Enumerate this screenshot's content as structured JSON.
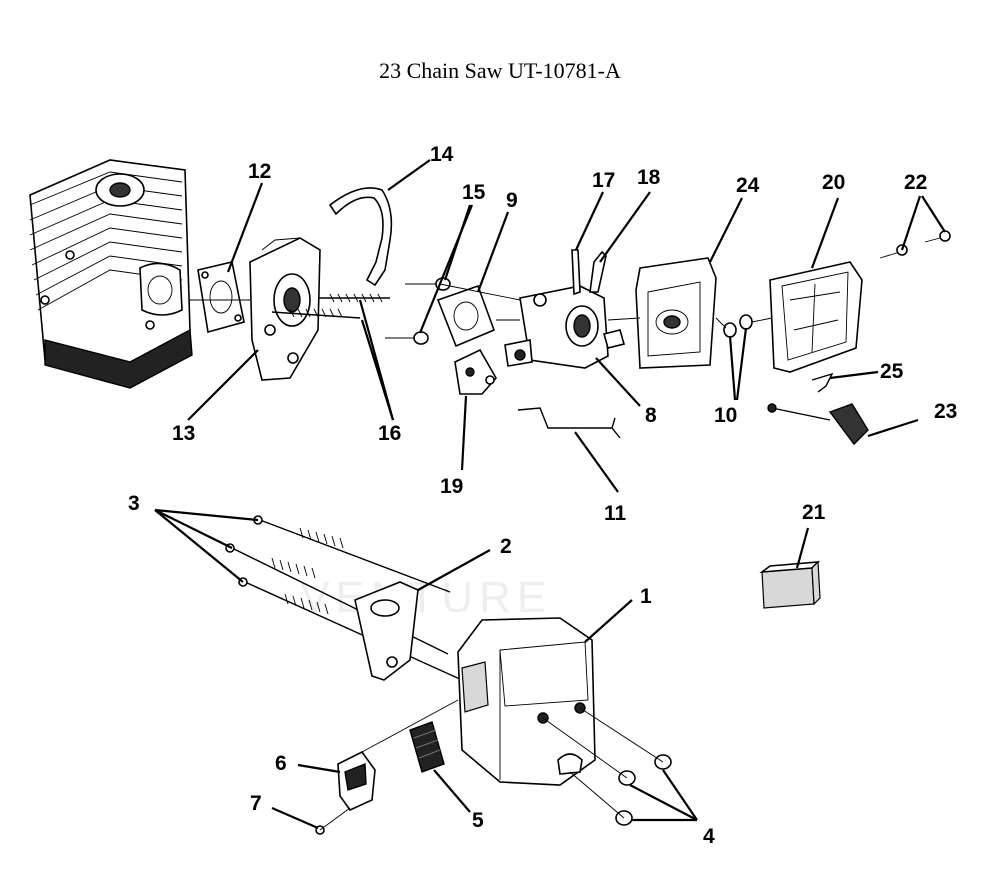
{
  "title": "23 Chain Saw UT-10781-A",
  "watermark": "VENTURE",
  "callouts": {
    "c1": "1",
    "c2": "2",
    "c3": "3",
    "c4": "4",
    "c5": "5",
    "c6": "6",
    "c7": "7",
    "c8": "8",
    "c9": "9",
    "c10": "10",
    "c11": "11",
    "c12": "12",
    "c13": "13",
    "c14": "14",
    "c15": "15",
    "c16": "16",
    "c17": "17",
    "c18": "18",
    "c19": "19",
    "c20": "20",
    "c21": "21",
    "c22": "22",
    "c23": "23",
    "c24": "24",
    "c25": "25"
  }
}
